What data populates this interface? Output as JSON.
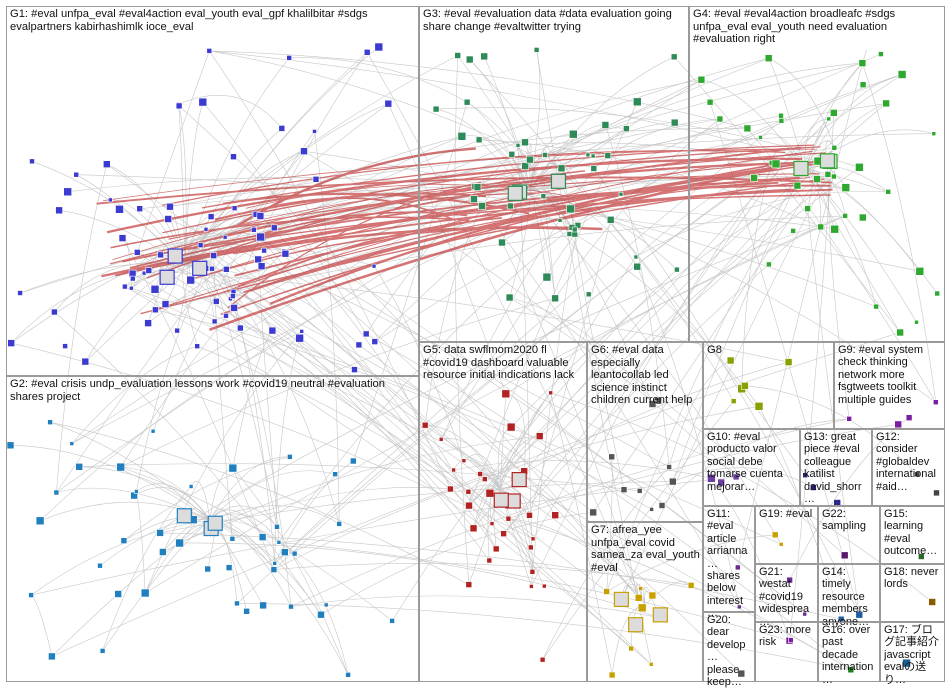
{
  "groups": [
    {
      "id": "g1",
      "label": "G1: #eval unfpa_eval #eval4action eval_youth eval_gpf khalilbitar #sdgs evalpartners kabirhashimlk ioce_eval",
      "color": "#3b3bd1"
    },
    {
      "id": "g2",
      "label": "G2: #eval crisis undp_evaluation lessons work #covid19 neutral #evaluation shares project",
      "color": "#1f7fbf"
    },
    {
      "id": "g3",
      "label": "G3: #eval #evaluation data #data evaluation going share change #evaltwitter trying",
      "color": "#2e8b57"
    },
    {
      "id": "g4",
      "label": "G4: #eval #eval4action broadleafc #sdgs unfpa_eval eval_youth need evaluation #evaluation right",
      "color": "#2fa82f"
    },
    {
      "id": "g5",
      "label": "G5: data swflmom2020 fl #covid19 dashboard valuable resource initial indications lack",
      "color": "#b22222"
    },
    {
      "id": "g6",
      "label": "G6: #eval data especially leantocollab led science instinct children current help",
      "color": "#555555"
    },
    {
      "id": "g7",
      "label": "G7: afrea_yee unfpa_eval covid samea_za eval_youth #eval",
      "color": "#c8a000"
    },
    {
      "id": "g8",
      "label": "G8",
      "color": "#8aa000"
    },
    {
      "id": "g9",
      "label": "G9: #eval system check thinking network more fsgtweets toolkit multiple guides",
      "color": "#7a1fa2"
    },
    {
      "id": "g10",
      "label": "G10: #eval producto valor social debe tomarse cuenta mejorar…",
      "color": "#6b3fa0"
    },
    {
      "id": "g13",
      "label": "G13: great piece #eval colleague katilist david_shorr…",
      "color": "#2a2a8a"
    },
    {
      "id": "g12",
      "label": "G12: consider #globaldev international #aid…",
      "color": "#444444"
    },
    {
      "id": "g11",
      "label": "G11: #eval article arrianna… shares below interest…",
      "color": "#6a2d8f"
    },
    {
      "id": "g19",
      "label": "G19: #eval",
      "color": "#c8a000"
    },
    {
      "id": "g22",
      "label": "G22: sampling",
      "color": "#5a1a6a"
    },
    {
      "id": "g15",
      "label": "G15: learning #eval outcome…",
      "color": "#2a6a2a"
    },
    {
      "id": "g21",
      "label": "G21: westat #covid19 widesprea…",
      "color": "#6a2d8f"
    },
    {
      "id": "g14",
      "label": "G14: timely resource members anyone…",
      "color": "#1f5fa0"
    },
    {
      "id": "g18",
      "label": "G18: never lords",
      "color": "#8a5a00"
    },
    {
      "id": "g20",
      "label": "G20: dear develop… please keep…",
      "color": "#555555"
    },
    {
      "id": "g23",
      "label": "G23: more risk",
      "color": "#7a1fa2"
    },
    {
      "id": "g16",
      "label": "G16: over past decade internation…",
      "color": "#1f7f1f"
    },
    {
      "id": "g17",
      "label": "G17: ブログ記事紹介 javascript evalの送り…",
      "color": "#1f5f8f"
    }
  ]
}
